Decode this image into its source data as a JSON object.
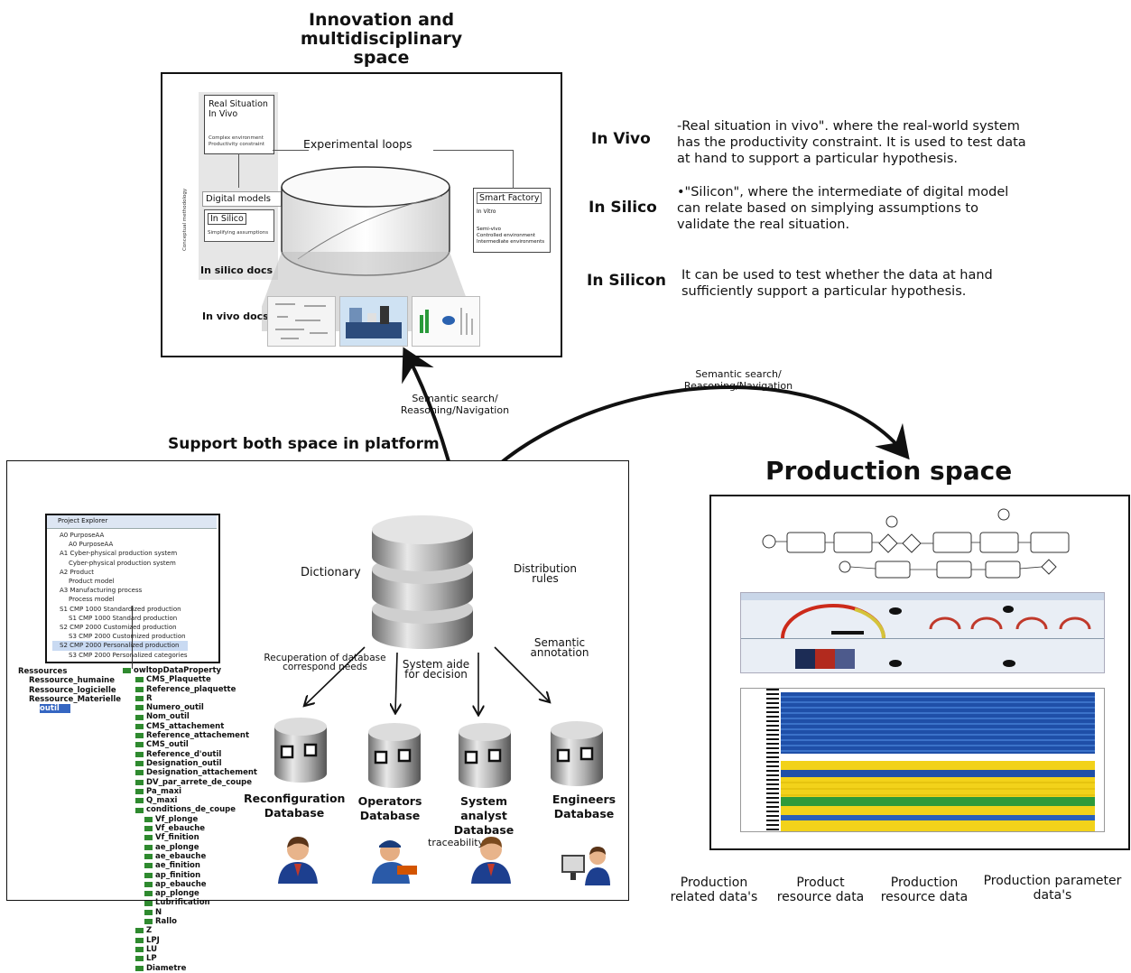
{
  "innovation_space": {
    "title_lines": [
      "Innovation and",
      "multidisciplinary",
      "space"
    ],
    "real_situation_box": "Real Situation In Vivo",
    "real_situation_sub": "Complex environment Productivity constraint",
    "experimental_loops": "Experimental loops",
    "digital_models": "Digital models",
    "in_silico_box": "In Silico",
    "in_silico_sub": "Simplifying assumptions",
    "vertical_label": "Conceptual methodology",
    "smart_factory": "Smart Factory",
    "smart_factory_sub": "In Vitro",
    "smart_factory_detail": [
      "Semi-vivo",
      "Controlled environment",
      "Intermediate environments"
    ],
    "in_silico_docs": "In silico docs",
    "in_vivo_docs": "In vivo docs"
  },
  "definitions": [
    {
      "term": "In Vivo",
      "lines": [
        "-Real situation in vivo\". where the real-world system",
        "has the productivity constraint. It is used to test data",
        "at hand to support a particular hypothesis."
      ]
    },
    {
      "term": "In Silico",
      "lines": [
        "•\"Silicon\", where the intermediate of digital model",
        "can relate based on simplying assumptions to",
        "validate the real situation."
      ]
    },
    {
      "term": "In Silicon",
      "lines": [
        "It can be used to test whether the data at hand",
        "sufficiently support a particular hypothesis."
      ]
    }
  ],
  "arrows": {
    "left_label_lines": [
      "Semantic search/",
      "Reasoning/Navigation"
    ],
    "right_label_lines": [
      "Semantic search/",
      "Reasoning/Navigation"
    ]
  },
  "platform": {
    "title": "Support both space in platform",
    "dictionary": "Dictionary",
    "distribution_rules": [
      "Distribution",
      "rules"
    ],
    "semantic_annotation": [
      "Semantic",
      "annotation"
    ],
    "recuperation": [
      "Recuperation of database",
      "correspond needs"
    ],
    "system_aide": [
      "System aide",
      "for decision"
    ],
    "traceability": "traceability",
    "databases": [
      {
        "lines": [
          "Reconfiguration",
          "Database"
        ]
      },
      {
        "lines": [
          "Operators",
          "Database"
        ]
      },
      {
        "lines": [
          "System analyst",
          "Database"
        ]
      },
      {
        "lines": [
          "Engineers",
          "Database"
        ]
      }
    ],
    "project_explorer": {
      "title": "Project Explorer",
      "items": [
        "A0 PurposeAA",
        "A0 PurposeAA",
        "A1 Cyber-physical production system",
        "Cyber-physical production system",
        "A2 Product",
        "Product model",
        "A3 Manufacturing process",
        "Process model",
        "S1 CMP 1000 Standardized production",
        "S1 CMP 1000 Standard production",
        "S2 CMP 2000 Customized production",
        "S3 CMP 2000 Customized production",
        "S2 CMP 2000 Personalized production",
        "S3 CMP 2000 Personalized categories"
      ]
    },
    "ontology_left": [
      "Ressources",
      "Ressource_humaine",
      "Ressource_logicielle",
      "Ressource_Materielle",
      "outil"
    ],
    "ontology_right": [
      "owltopDataProperty",
      "CMS_Plaquette",
      "Reference_plaquette",
      "R",
      "Numero_outil",
      "Nom_outil",
      "CMS_attachement",
      "Reference_attachement",
      "CMS_outil",
      "Reference_d'outil",
      "Designation_outil",
      "Designation_attachement",
      "DV_par_arrete_de_coupe",
      "Pa_maxi",
      "Q_maxi",
      "conditions_de_coupe",
      "Vf_plonge",
      "Vf_ebauche",
      "Vf_finition",
      "ae_plonge",
      "ae_ebauche",
      "ae_finition",
      "ap_finition",
      "ap_ebauche",
      "ap_plonge",
      "Lubrification",
      "N",
      "Rallo",
      "Z",
      "LPJ",
      "LU",
      "LP",
      "Diametre"
    ]
  },
  "production_space": {
    "title": "Production space",
    "captions": [
      {
        "lines": [
          "Production",
          "related data's"
        ]
      },
      {
        "lines": [
          "Product",
          "resource data"
        ]
      },
      {
        "lines": [
          "Production",
          "resource data"
        ]
      },
      {
        "lines": [
          "Production parameter",
          "data's"
        ]
      }
    ]
  },
  "colors": {
    "stroke": "#111111",
    "db_silver": "#9a9a9a",
    "table_blue": "#1f4fa8",
    "table_yellow": "#f2d21a",
    "table_green": "#2f9a3a",
    "dashboard_red": "#b22a1e",
    "dashboard_navy": "#1c2c55"
  }
}
